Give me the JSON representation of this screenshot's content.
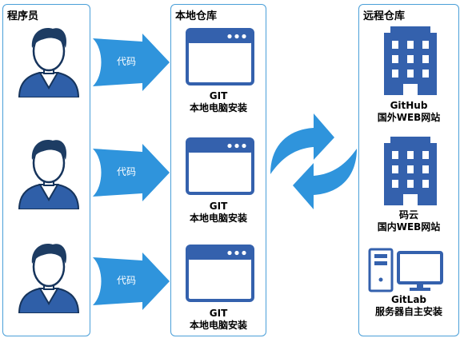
{
  "programmers": {
    "title": "程序员",
    "arrow_label": [
      "代码",
      "代码",
      "代码"
    ]
  },
  "local": {
    "title": "本地仓库",
    "items": [
      {
        "line1": "GIT",
        "line2": "本地电脑安装"
      },
      {
        "line1": "GIT",
        "line2": "本地电脑安装"
      },
      {
        "line1": "GIT",
        "line2": "本地电脑安装"
      }
    ]
  },
  "remote": {
    "title": "远程仓库",
    "items": [
      {
        "line1": "GitHub",
        "line2": "国外WEB网站"
      },
      {
        "line1": "码云",
        "line2": "国内WEB网站"
      },
      {
        "line1": "GitLab",
        "line2": "服务器自主安装"
      }
    ]
  },
  "colors": {
    "panel_border": "#4a9fd8",
    "arrow": "#2f94dc",
    "icon_blue": "#3461ad",
    "person_skin": "#1d3c63",
    "person_shirt": "#2f5fa8"
  }
}
